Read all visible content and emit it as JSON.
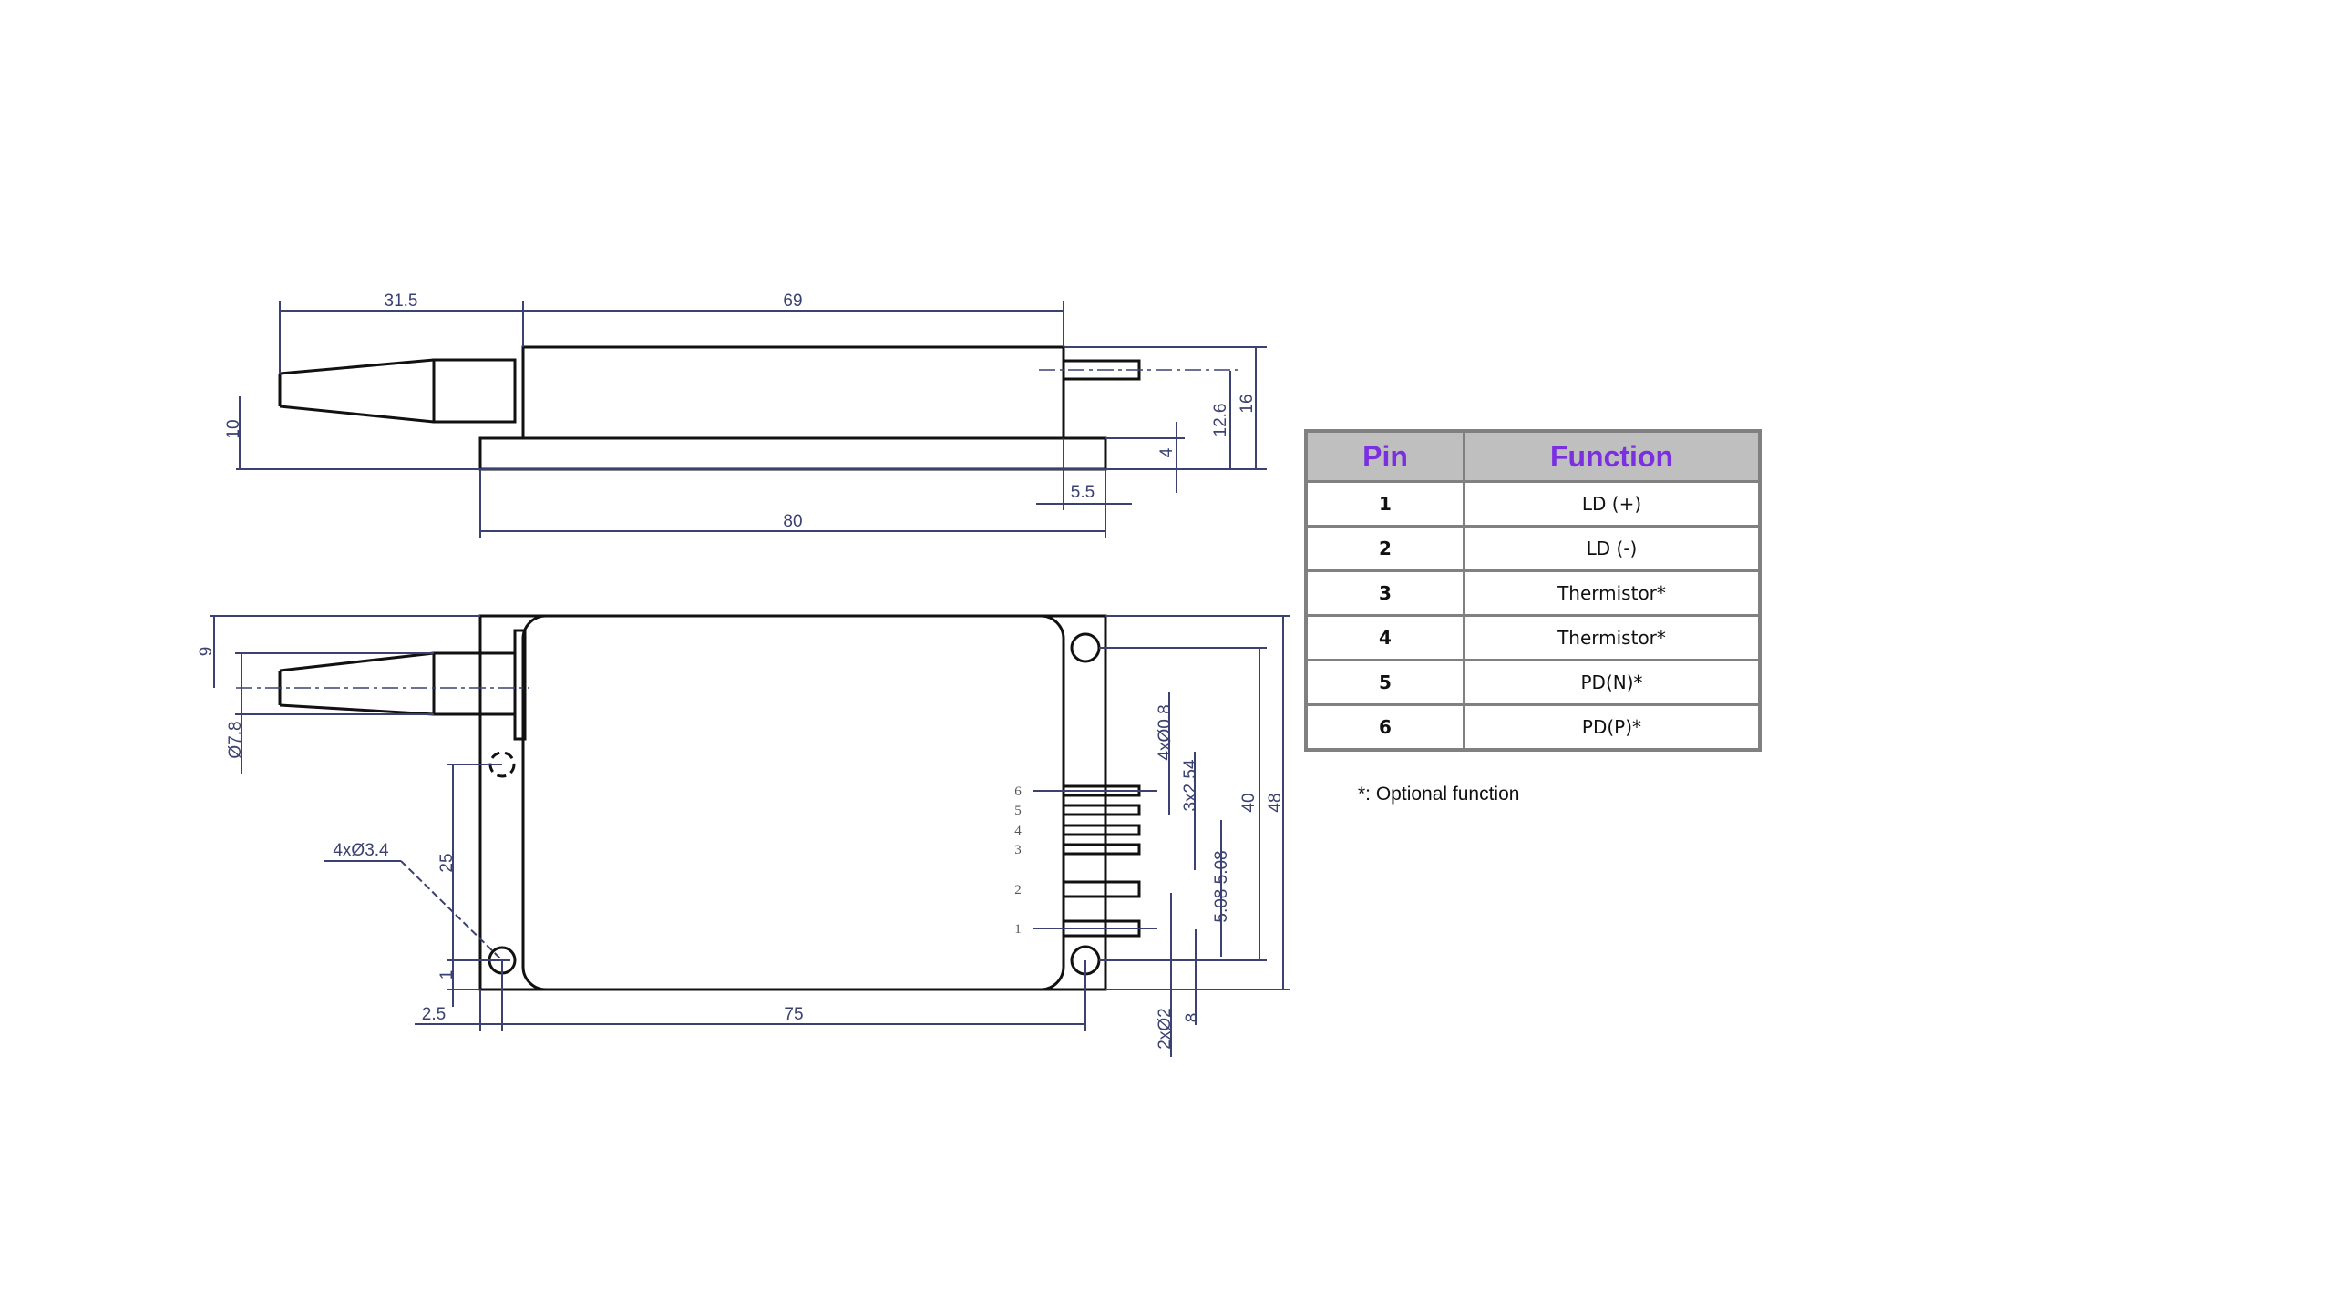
{
  "drawing": {
    "side_view": {
      "dim_fiber_length": "31.5",
      "dim_body_length": "69",
      "dim_base_length": "80",
      "dim_pin_offset": "5.5",
      "dim_fiber_height": "10",
      "dim_pin_height": "12.6",
      "dim_total_height": "16",
      "dim_base_thickness": "4"
    },
    "top_view": {
      "dim_fiber_offset": "9",
      "dim_fiber_diameter": "Ø7.8",
      "dim_mount_holes": "4xØ3.4",
      "dim_hole_spacing_v": "25",
      "dim_hole_edge_v": "1",
      "dim_hole_edge_h": "2.5",
      "dim_hole_spacing_h": "75",
      "dim_hole_spacing_outer": "40",
      "dim_width": "48",
      "dim_pin_diameter": "4xØ0.8",
      "dim_pin_pitch": "3x2.54",
      "dim_pin_gap": "5.08 5.08",
      "dim_gnd_pin": "2xØ2",
      "dim_pin_edge": "8",
      "pin_labels": [
        "6",
        "5",
        "4",
        "3",
        "2",
        "1"
      ]
    }
  },
  "pin_table": {
    "headers": {
      "pin": "Pin",
      "function": "Function"
    },
    "rows": [
      {
        "pin": "1",
        "function": "LD (+)"
      },
      {
        "pin": "2",
        "function": "LD (-)"
      },
      {
        "pin": "3",
        "function": "Thermistor*"
      },
      {
        "pin": "4",
        "function": "Thermistor*"
      },
      {
        "pin": "5",
        "function": "PD(N)*"
      },
      {
        "pin": "6",
        "function": "PD(P)*"
      }
    ],
    "note": "*: Optional function"
  },
  "colors": {
    "header_text": "#7b2fe0",
    "header_bg": "#bfbfbf",
    "border": "#808080",
    "dimension": "#3b4170"
  }
}
